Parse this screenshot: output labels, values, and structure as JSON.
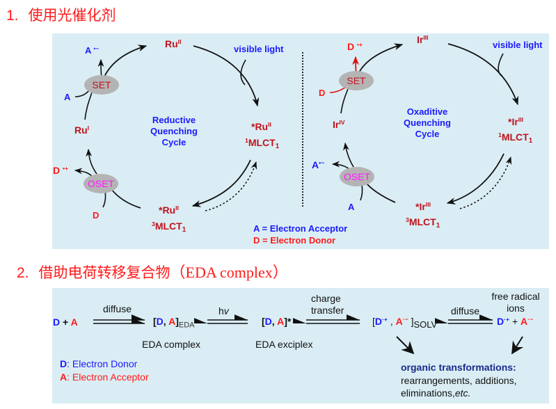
{
  "headings": {
    "section1": {
      "num": "1.",
      "text": "使用光催化剂"
    },
    "section2": {
      "num": "2.",
      "text": "借助电荷转移复合物",
      "latin": "（EDA complex）"
    }
  },
  "colors": {
    "panel_bg": "#daedf4",
    "heading_red": "#ff1a1a",
    "species_red": "#c0121c",
    "acceptor_blue": "#1a1aff",
    "donor_red": "#ff1a1a",
    "oset_magenta": "#ff1aff",
    "ellipse_gray": "#b4b4b4"
  },
  "reductive_cycle": {
    "title_lines": [
      "Reductive",
      "Quenching",
      "Cycle"
    ],
    "ground": {
      "base": "Ru",
      "sup": "II"
    },
    "singlet": {
      "base": "*Ru",
      "sup": "II",
      "state_pre": "1",
      "state": "MLCT",
      "state_sub": "1"
    },
    "triplet": {
      "base": "*Ru",
      "sup": "II",
      "state_pre": "3",
      "state": "MLCT",
      "state_sub": "1"
    },
    "reduced": {
      "base": "Ru",
      "sup": "I"
    },
    "light_label": "visible light",
    "set_label": "SET",
    "oset_label": "OSET",
    "acceptor_in": "A",
    "acceptor_out": {
      "base": "A",
      "sup": "•−"
    },
    "donor_in": "D",
    "donor_out": {
      "base": "D",
      "sup": "•+"
    }
  },
  "oxidative_cycle": {
    "title_lines": [
      "Oxaditive",
      "Quenching",
      "Cycle"
    ],
    "ground": {
      "base": "Ir",
      "sup": "III"
    },
    "singlet": {
      "base": "*Ir",
      "sup": "III",
      "state_pre": "1",
      "state": "MLCT",
      "state_sub": "1"
    },
    "triplet": {
      "base": "*Ir",
      "sup": "III",
      "state_pre": "3",
      "state": "MLCT",
      "state_sub": "1"
    },
    "oxidized": {
      "base": "Ir",
      "sup": "IV"
    },
    "light_label": "visible light",
    "set_label": "SET",
    "oset_label": "OSET",
    "donor_in": "D",
    "donor_out": {
      "base": "D",
      "sup": "•+"
    },
    "acceptor_in": "A",
    "acceptor_out": {
      "base": "A",
      "sup": "•−"
    }
  },
  "legend1": {
    "acceptor": "A = Electron Acceptor",
    "donor": "D = Electron Donor"
  },
  "eda_scheme": {
    "start": {
      "d": "D",
      "plus": " + ",
      "a": "A"
    },
    "step1_label": "diffuse",
    "complex": {
      "open": "[",
      "d": "D",
      "comma": ", ",
      "a": "A",
      "close": "]",
      "sub": "EDA"
    },
    "complex_caption": "EDA complex",
    "step2_label": "hv",
    "exciplex": {
      "open": "[",
      "d": "D",
      "comma": ", ",
      "a": "A",
      "close": "]*"
    },
    "exciplex_caption": "EDA exciplex",
    "step3_label_lines": [
      "charge",
      "transfer"
    ],
    "ion_pair": {
      "open": "[",
      "d": "D",
      "d_sup": "·+",
      "comma": " , ",
      "a": "A",
      "a_sup": "·−",
      "close": " ]",
      "sub": "SOLV"
    },
    "step4_label": "diffuse",
    "free_ions_label_lines": [
      "free radical",
      "ions"
    ],
    "free_ions": {
      "d": "D",
      "d_sup": "·+",
      "plus": " + ",
      "a": "A",
      "a_sup": "·−"
    },
    "outcome_title": "organic transformations:",
    "outcome_lines": [
      "rearrangements, additions,",
      "eliminations,"
    ],
    "outcome_etc": "etc."
  },
  "legend2": {
    "d_key": "D",
    "d_text": ": Electron Donor",
    "a_key": "A",
    "a_text": ": Electron  Acceptor"
  }
}
